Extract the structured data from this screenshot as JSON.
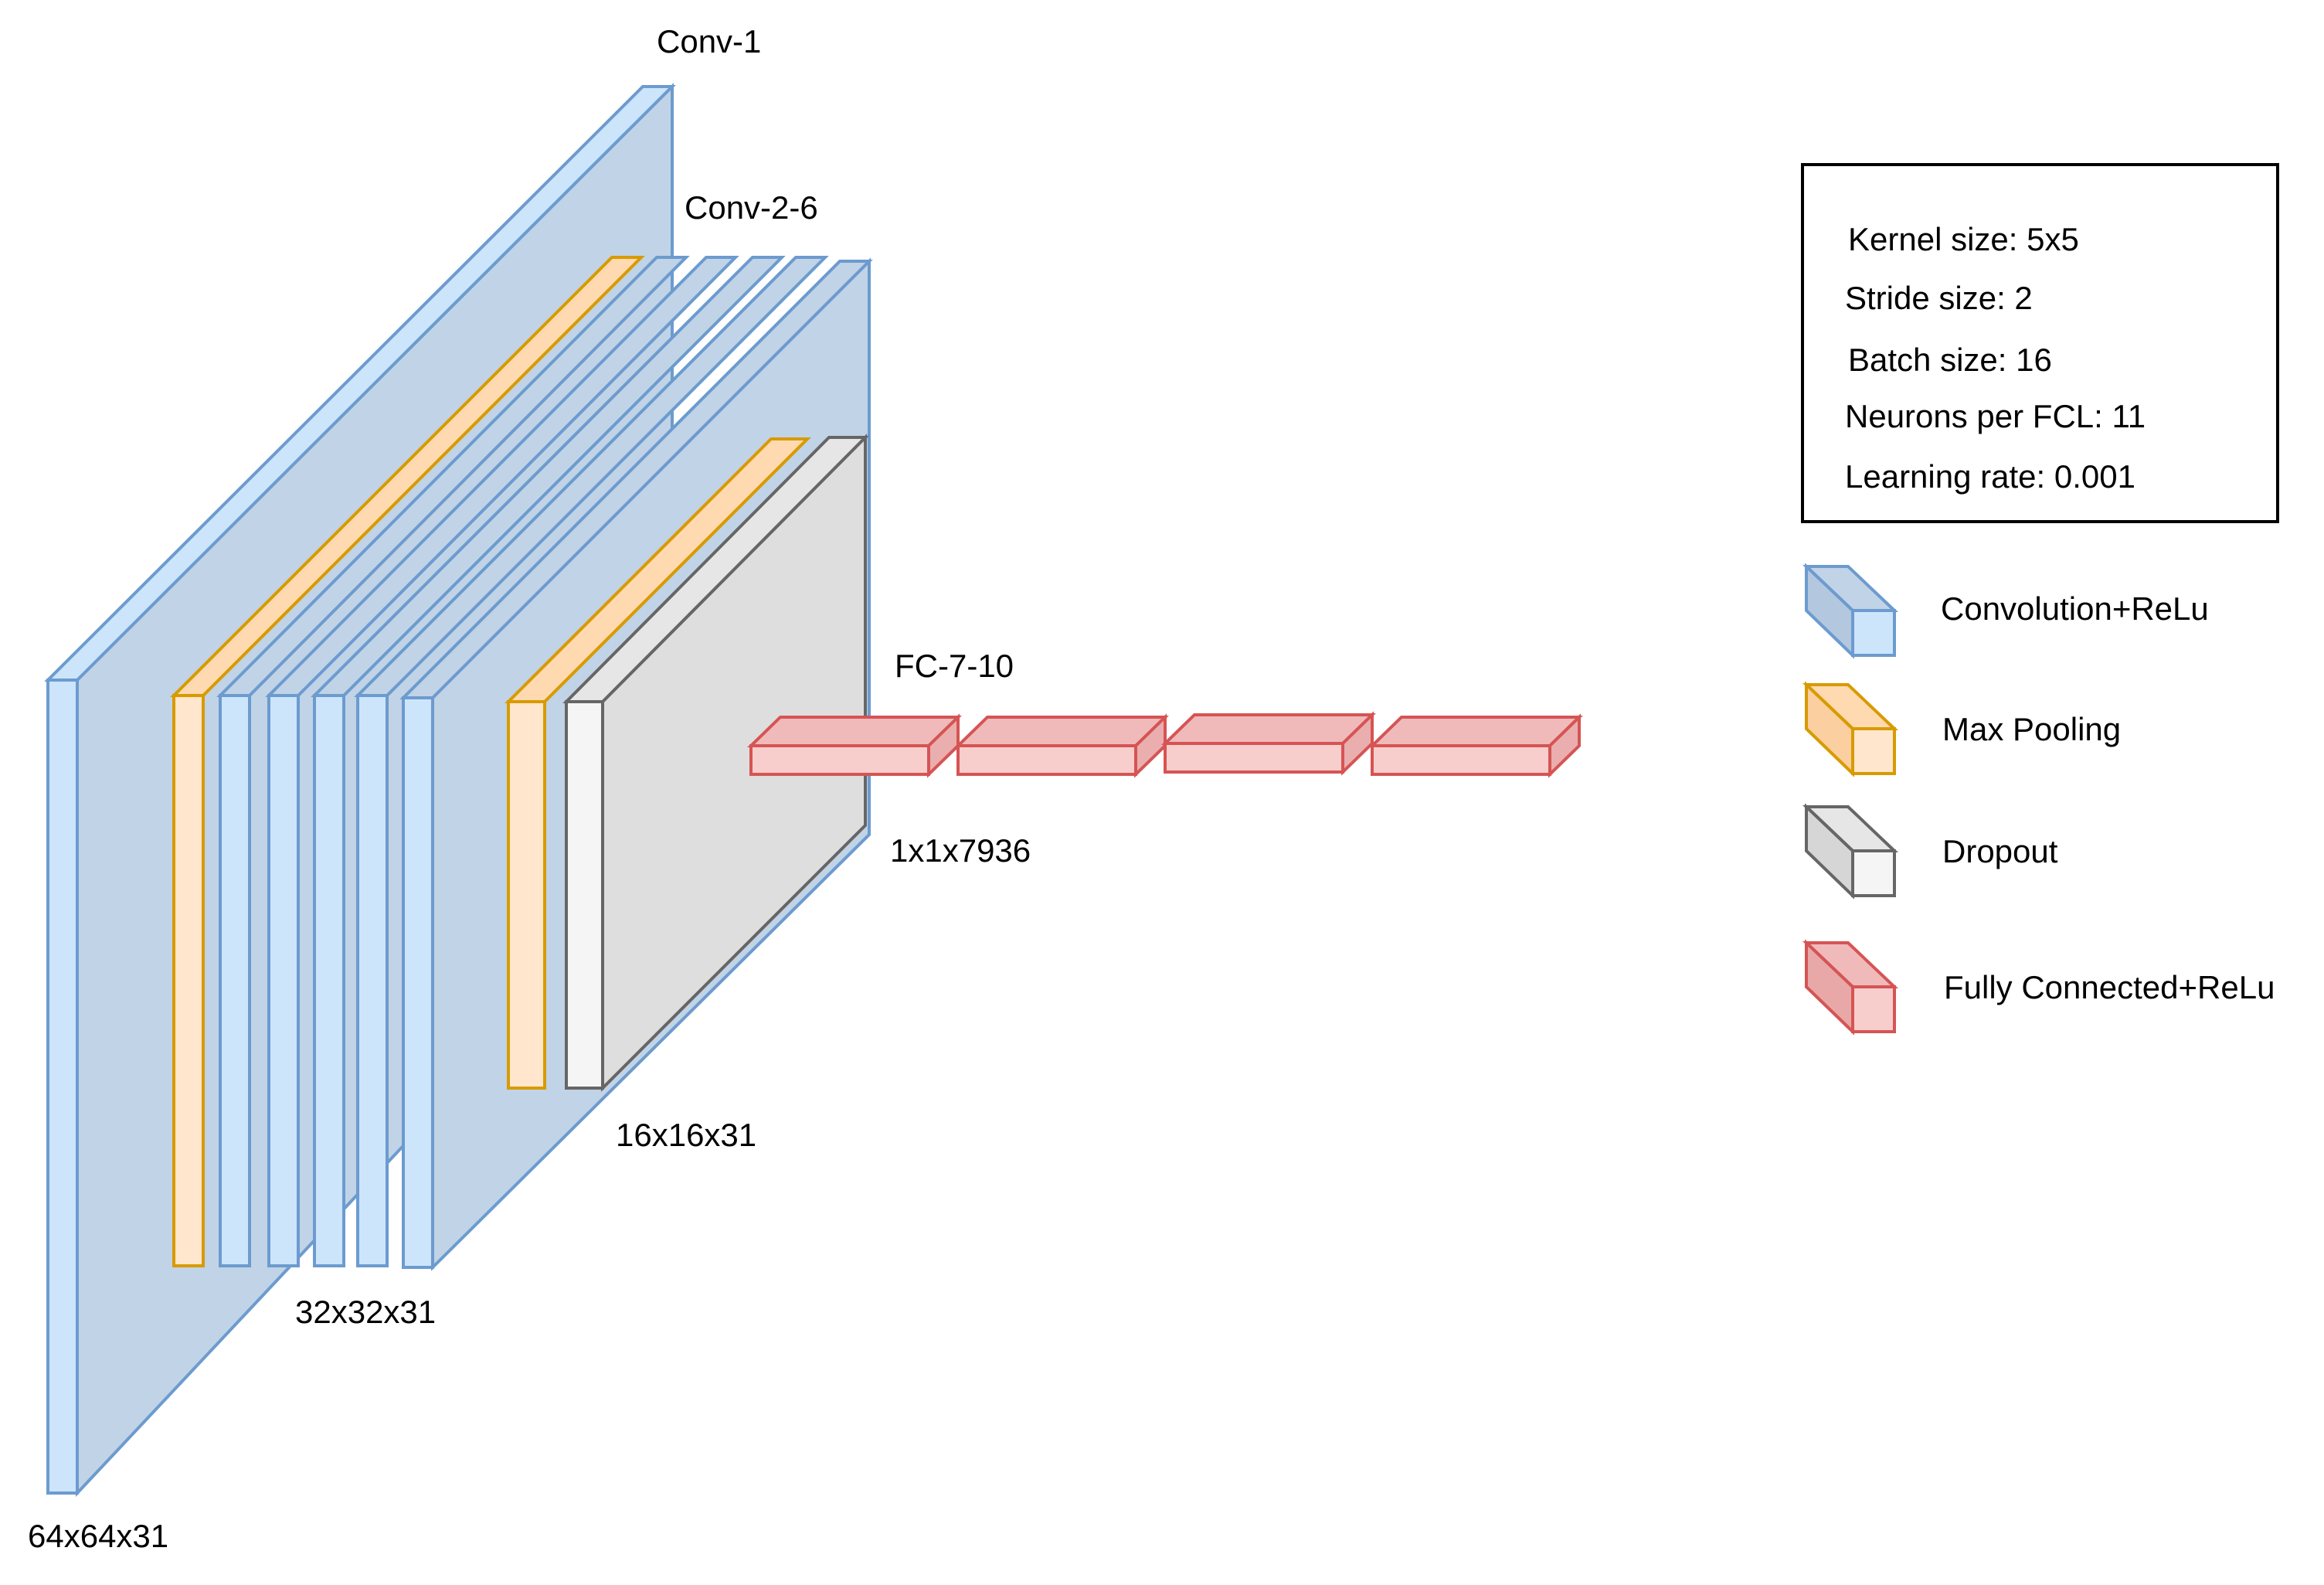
{
  "labels": {
    "conv1": "Conv-1",
    "conv2_6": "Conv-2-6",
    "fc7_10": "FC-7-10",
    "dim_64": "64x64x31",
    "dim_32": "32x32x31",
    "dim_16": "16x16x31",
    "dim_fc": "1x1x7936"
  },
  "hyperparameters": [
    "Kernel size: 5x5",
    "Stride size: 2",
    "Batch size: 16",
    "Neurons per FCL: 11",
    "Learning rate: 0.001"
  ],
  "legend": [
    {
      "label": "Convolution+ReLu",
      "type": "conv"
    },
    {
      "label": "Max Pooling",
      "type": "pool"
    },
    {
      "label": "Dropout",
      "type": "drop"
    },
    {
      "label": "Fully Connected+ReLu",
      "type": "fc"
    }
  ],
  "colors": {
    "conv_front": "#cce5fb",
    "conv_side": "#c1d3e6",
    "conv_stroke": "#6c9bcf",
    "pool_front": "#ffe6cc",
    "pool_side": "#ffd9b0",
    "pool_stroke": "#d79b00",
    "drop_front": "#f5f5f5",
    "drop_side": "#dedede",
    "drop_stroke": "#666666",
    "fc_front": "#f8cecc",
    "fc_side": "#f0baba",
    "fc_stroke": "#d65454"
  }
}
